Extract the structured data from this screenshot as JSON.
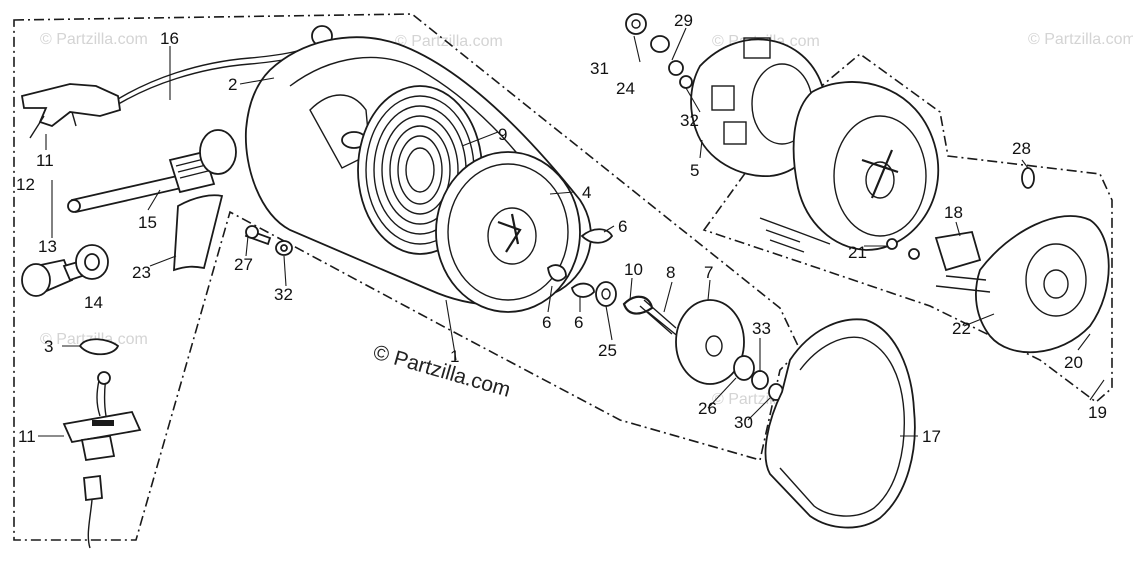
{
  "diagram": {
    "watermarks": [
      "© Partzilla.com",
      "© Partzilla.com",
      "© Partzilla.com",
      "© Partzilla.com",
      "© Partzilla.com",
      "© Partzilla.com"
    ],
    "center_watermark": "© Partzilla.com",
    "callouts": {
      "c1": "1",
      "c2": "2",
      "c3": "3",
      "c4": "4",
      "c5": "5",
      "c6a": "6",
      "c6b": "6",
      "c6c": "6",
      "c7": "7",
      "c8": "8",
      "c9": "9",
      "c10": "10",
      "c11a": "11",
      "c11b": "11",
      "c12": "12",
      "c13": "13",
      "c14": "14",
      "c15": "15",
      "c16": "16",
      "c17": "17",
      "c18": "18",
      "c19": "19",
      "c20": "20",
      "c21": "21",
      "c22": "22",
      "c23": "23",
      "c24": "24",
      "c25": "25",
      "c26": "26",
      "c27": "27",
      "c28": "28",
      "c29": "29",
      "c30": "30",
      "c31": "31",
      "c32a": "32",
      "c32b": "32",
      "c33": "33"
    }
  }
}
